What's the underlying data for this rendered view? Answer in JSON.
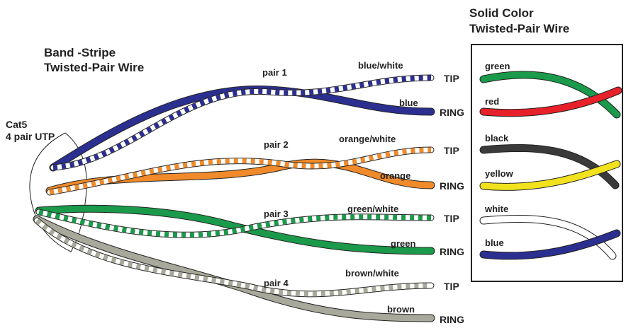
{
  "band_stripe": {
    "title_line1": "Band -Stripe",
    "title_line2": "Twisted-Pair Wire",
    "cable_line1": "Cat5",
    "cable_line2": "4 pair UTP",
    "pairs": [
      {
        "label": "pair 1",
        "tip_label": "blue/white",
        "ring_label": "blue",
        "color": "#2b2f8f"
      },
      {
        "label": "pair 2",
        "tip_label": "orange/white",
        "ring_label": "orange",
        "color": "#f08a2a"
      },
      {
        "label": "pair 3",
        "tip_label": "green/white",
        "ring_label": "green",
        "color": "#1a9a4a"
      },
      {
        "label": "pair 4",
        "tip_label": "brown/white",
        "ring_label": "brown",
        "color": "#a9a99b"
      }
    ],
    "tip_text": "TIP",
    "ring_text": "RING"
  },
  "solid_color": {
    "title_line1": "Solid Color",
    "title_line2": "Twisted-Pair Wire",
    "wires": [
      {
        "label": "green",
        "color": "#1a9a4a"
      },
      {
        "label": "red",
        "color": "#e8202a"
      },
      {
        "label": "black",
        "color": "#3a3a3a"
      },
      {
        "label": "yellow",
        "color": "#f2e21e"
      },
      {
        "label": "white",
        "color": "#ffffff"
      },
      {
        "label": "blue",
        "color": "#2b2f8f"
      }
    ]
  }
}
